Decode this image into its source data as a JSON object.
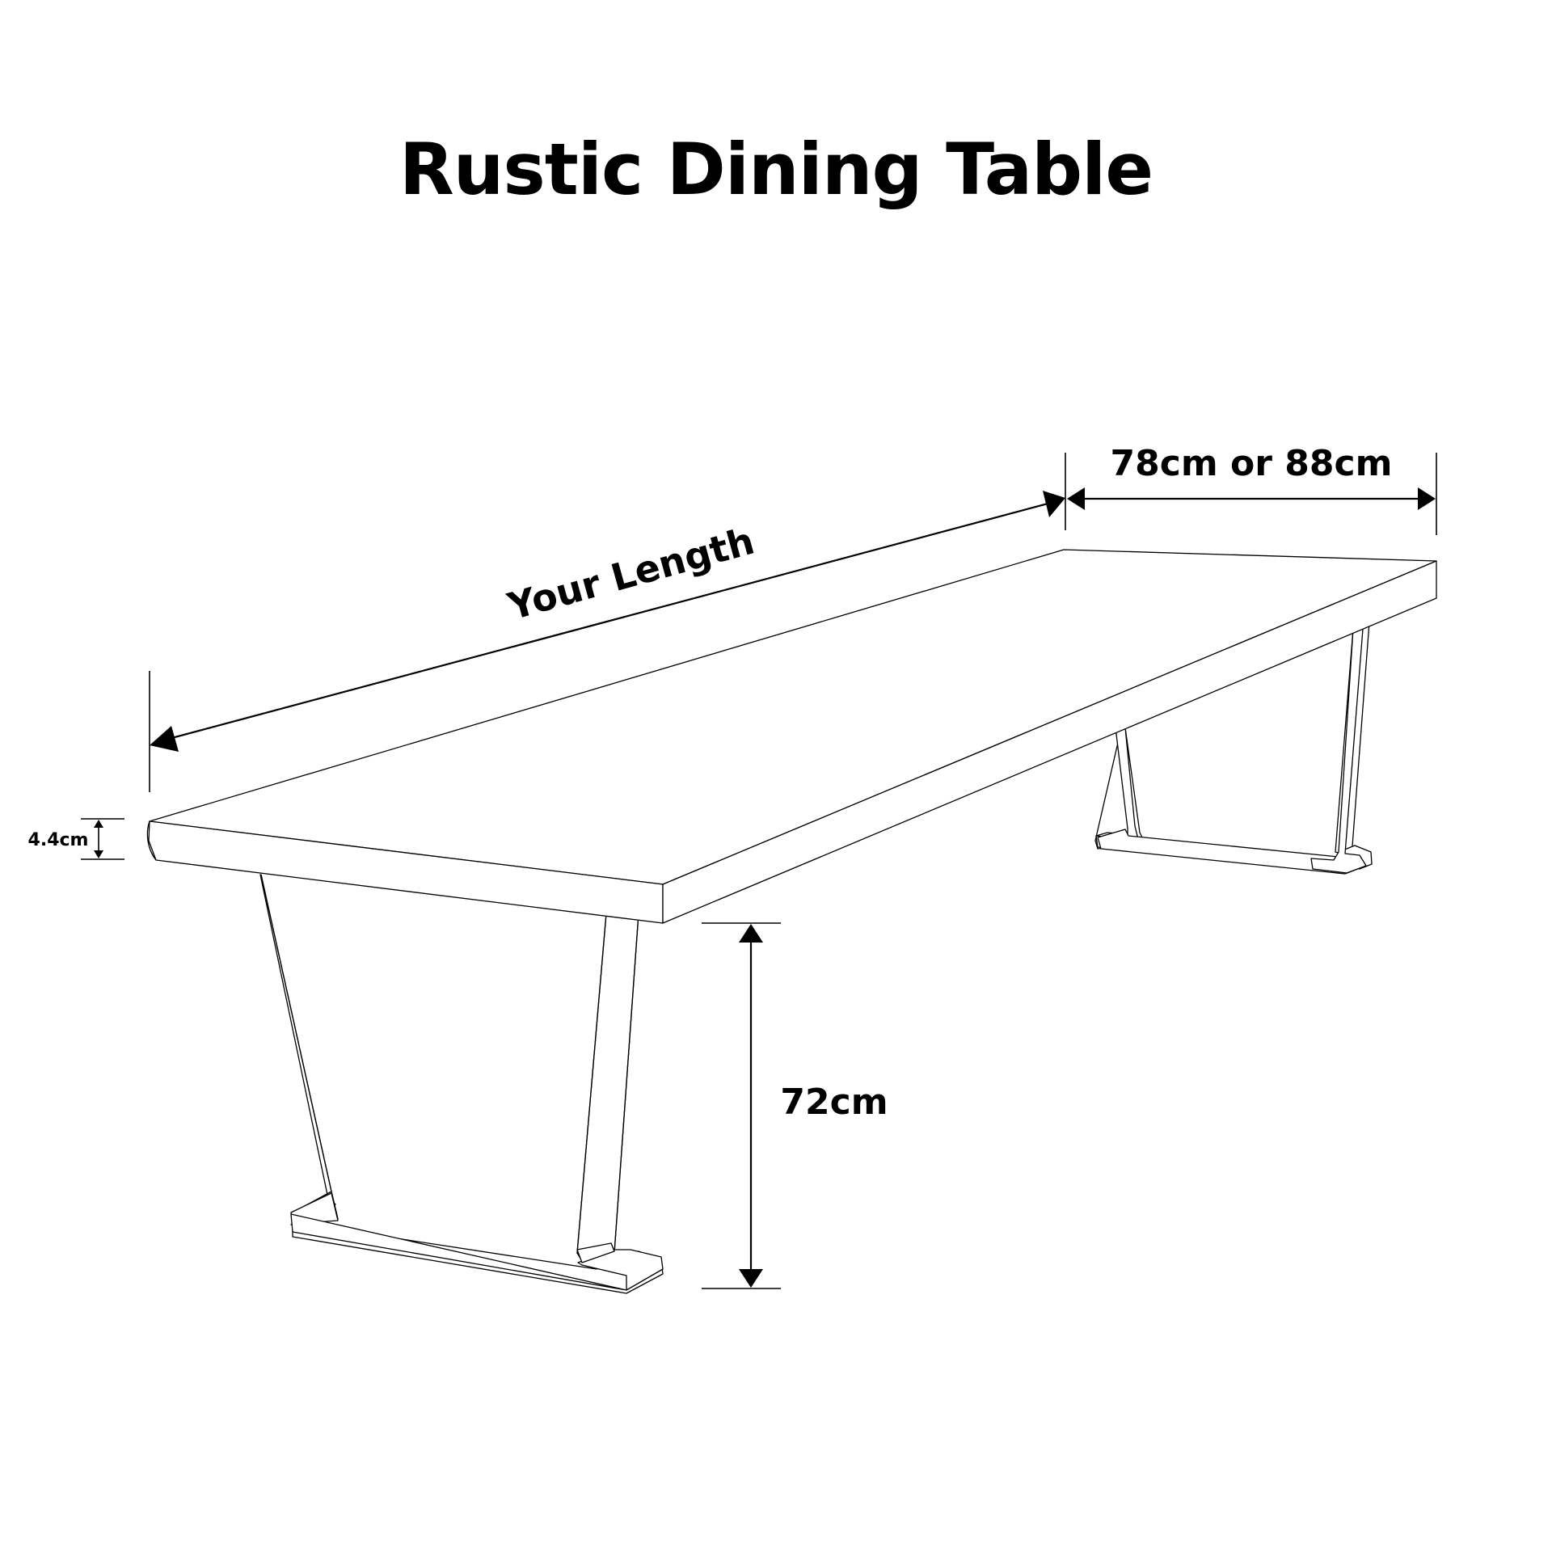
{
  "title": "Rustic Dining Table",
  "dimensions": {
    "length": "Your Length",
    "width": "78cm or 88cm",
    "height": "72cm",
    "top_thickness": "4.4cm"
  },
  "colors": {
    "line": "#000000",
    "background": "#ffffff"
  }
}
